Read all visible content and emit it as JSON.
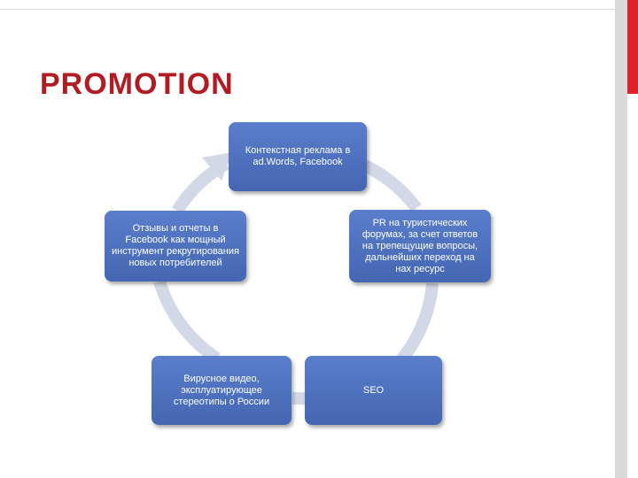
{
  "slide": {
    "title": "PROMOTION"
  },
  "colors": {
    "title": "#b01c22",
    "node_fill": "#4a6fbf",
    "arrow": "#d3d8e6",
    "accent_red": "#e0202a",
    "side_gray": "#d9d9d9"
  },
  "cycle": {
    "nodes": [
      {
        "id": "contextual-ads",
        "label": "Контекстная реклама в ad.Words, Facebook"
      },
      {
        "id": "pr-forums",
        "label": "PR на туристических форумах, за счет ответов на трепещущие вопросы, дальнейших переход на нах ресурс"
      },
      {
        "id": "seo",
        "label": "SEO"
      },
      {
        "id": "viral-video",
        "label": "Вирусное видео, эксплуатирующее стереотипы о России"
      },
      {
        "id": "facebook-reviews",
        "label": "Отзывы и отчеты в Facebook как мощный инструмент рекрутирования новых потребителей"
      }
    ]
  }
}
